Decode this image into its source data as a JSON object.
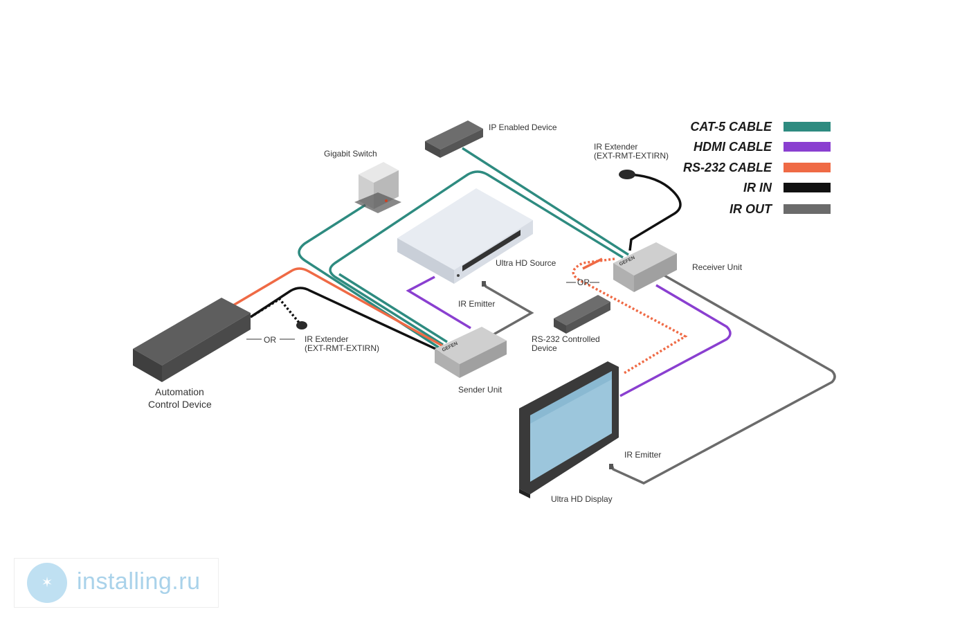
{
  "legend": [
    {
      "label": "CAT-5 CABLE",
      "color": "#2e8b80"
    },
    {
      "label": "HDMI CABLE",
      "color": "#8a3fd0"
    },
    {
      "label": "RS-232 CABLE",
      "color": "#ef6a45"
    },
    {
      "label": "IR IN",
      "color": "#111111"
    },
    {
      "label": "IR OUT",
      "color": "#6b6b6b"
    }
  ],
  "labels": {
    "ip_device": "IP Enabled Device",
    "gigabit_switch": "Gigabit Switch",
    "ir_extender_rx_1": "IR Extender",
    "ir_extender_rx_2": "(EXT-RMT-EXTIRN)",
    "uhd_source": "Ultra HD Source",
    "receiver_unit": "Receiver Unit",
    "ir_emitter_tx": "IR Emitter",
    "ir_extender_tx_1": "IR Extender",
    "ir_extender_tx_2": "(EXT-RMT-EXTIRN)",
    "rs232_device_1": "RS-232 Controlled",
    "rs232_device_2": "Device",
    "automation_1": "Automation",
    "automation_2": "Control Device",
    "sender_unit": "Sender Unit",
    "ir_emitter_rx": "IR Emitter",
    "uhd_display": "Ultra HD Display",
    "or_1": "OR",
    "or_2": "OR",
    "brand": "GEFEN"
  },
  "watermark": {
    "text": "installing.ru",
    "icon": "globe-icon"
  }
}
